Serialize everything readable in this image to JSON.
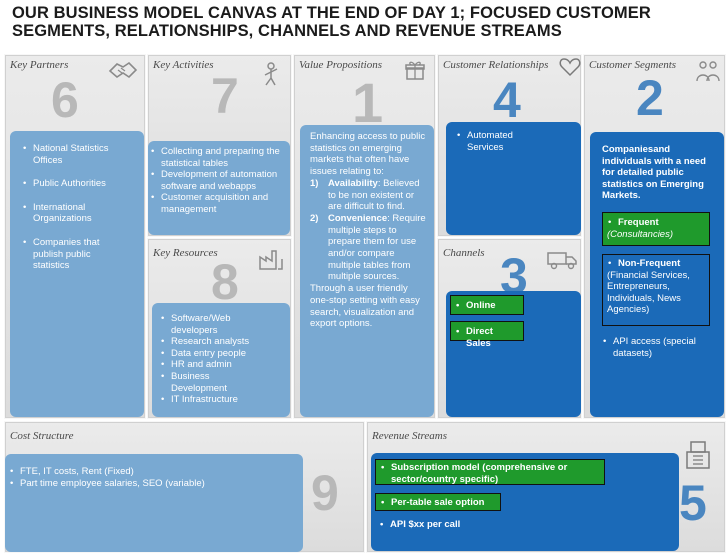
{
  "title": {
    "line1": "OUR BUSINESS MODEL CANVAS AT THE END OF DAY 1; FOCUSED CUSTOMER",
    "line2": "SEGMENTS, RELATIONSHIPS, CHANNELS AND REVENUE STREAMS"
  },
  "key_partners": {
    "header": "Key Partners",
    "number": "6",
    "items": [
      "National Statistics Offices",
      "Public Authorities",
      "International Organizations",
      "Companies that publish public statistics"
    ]
  },
  "key_activities": {
    "header": "Key Activities",
    "number": "7",
    "items": [
      "Collecting and preparing the statistical tables",
      "Development of automation software and webapps",
      "Customer acquisition and management"
    ]
  },
  "key_resources": {
    "header": "Key Resources",
    "number": "8",
    "items": [
      "Software/Web developers",
      "Research analysts",
      "Data entry people",
      "HR and admin",
      "Business Development",
      "IT Infrastructure"
    ]
  },
  "value_propositions": {
    "header": "Value Propositions",
    "number": "1",
    "intro": "Enhancing access to public statistics on emerging markets that often have issues relating to:",
    "p1_num": "1)",
    "p1_label": "Availability",
    "p1_text": ": Believed to be non existent or are difficult to find.",
    "p2_num": "2)",
    "p2_label": "Convenience",
    "p2_text": ": Require multiple steps to prepare them for use and/or compare multiple tables from multiple sources.",
    "outro": "Through a user friendly one-stop setting with easy search, visualization and export options."
  },
  "customer_relationships": {
    "header": "Customer Relationships",
    "number": "4",
    "items": [
      "Automated Services"
    ]
  },
  "channels": {
    "header": "Channels",
    "number": "3",
    "items": [
      "Online",
      "Direct Sales"
    ]
  },
  "customer_segments": {
    "header": "Customer Segments",
    "number": "2",
    "intro": "Companiesand individuals with a need for detailed public statistics on Emerging Markets.",
    "frequent_label": "Frequent",
    "frequent_note": "(Consultancies)",
    "nonfrequent_label": "Non-Frequent",
    "nonfrequent_note": "(Financial Services, Entrepreneurs, Individuals, News Agencies)",
    "api_label": "API access (special datasets)"
  },
  "cost_structure": {
    "header": "Cost Structure",
    "number": "9",
    "items": [
      "FTE, IT costs, Rent (Fixed)",
      "Part time employee salaries, SEO (variable)"
    ]
  },
  "revenue_streams": {
    "header": "Revenue Streams",
    "number": "5",
    "items": [
      "Subscription model (comprehensive or sector/country specific)",
      "Per-table sale option",
      "API $xx per call"
    ]
  },
  "colors": {
    "light_box": "#79a9d2",
    "dark_box": "#1b6ab8",
    "green_box": "#1f9a2c",
    "cell_bg": "#e3e3e3",
    "number_gray": "#b8b8b8",
    "number_blue": "#4a86c0"
  },
  "icons": [
    "handshake-icon",
    "worker-icon",
    "gift-icon",
    "heart-icon",
    "people-icon",
    "factory-icon",
    "truck-icon",
    "price-tag-icon",
    "cash-register-icon"
  ]
}
